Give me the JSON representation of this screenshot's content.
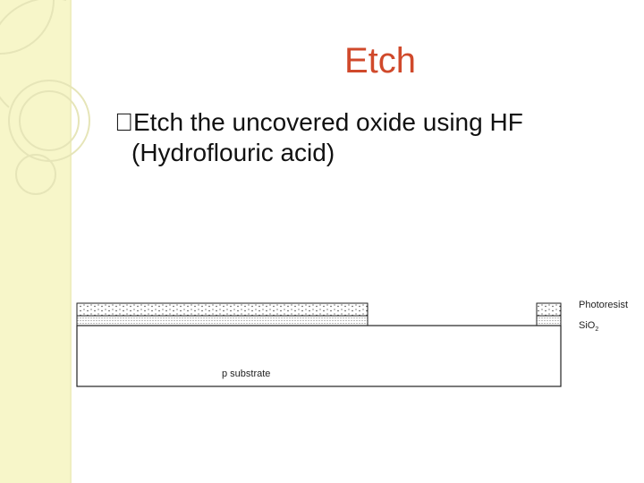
{
  "slide": {
    "title": "Etch",
    "bullet": {
      "marker": "\u0000",
      "line1": "Etch the uncovered oxide using HF",
      "line2": "(Hydroflouric acid)"
    }
  },
  "diagram": {
    "labels": {
      "photoresist": "Photoresist",
      "sio2_base": "SiO",
      "sio2_sub": "2",
      "substrate": "p substrate"
    }
  },
  "colors": {
    "title": "#d0492b",
    "side_band": "#f7f6c9"
  }
}
